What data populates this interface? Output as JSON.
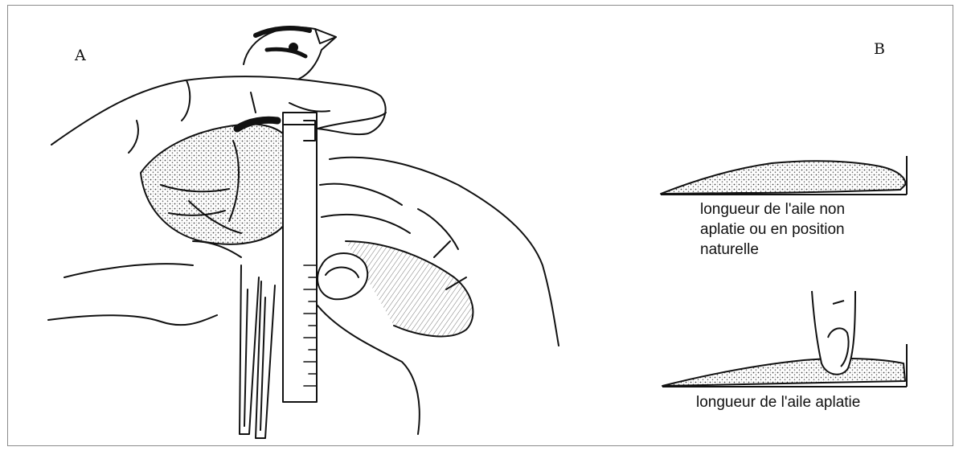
{
  "figure": {
    "panel_a_label": "A",
    "panel_b_label": "B",
    "caption_natural_wing": "longueur de l'aile non\naplatie ou en position\nnaturelle",
    "caption_flattened_wing": "longueur de l'aile aplatie"
  }
}
